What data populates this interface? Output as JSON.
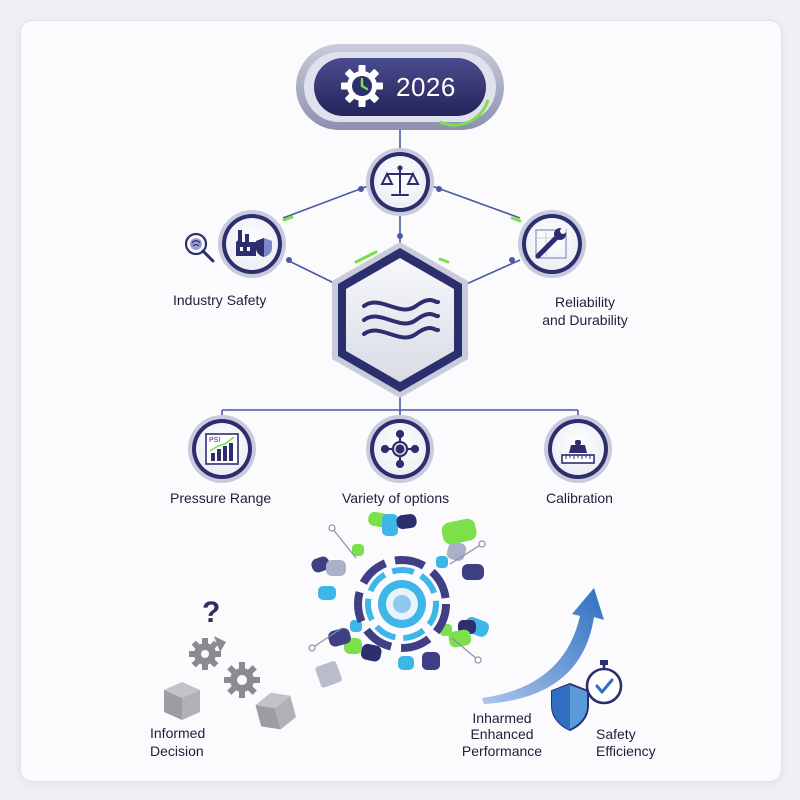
{
  "year_badge": {
    "label": "2026"
  },
  "nodes": {
    "top": {
      "icon": "scales-icon"
    },
    "center": {
      "icon": "waves-icon"
    },
    "industry_safety": {
      "label": "Industry Safety",
      "icon": "factory-shield-icon"
    },
    "reliability": {
      "label_line1": "Reliability",
      "label_line2": "and Durability",
      "icon": "wrench-blueprint-icon"
    },
    "pressure_range": {
      "label": "Pressure Range",
      "icon": "psi-chart-icon",
      "icon_text": "PSI"
    },
    "variety": {
      "label": "Variety of options",
      "icon": "network-hub-icon"
    },
    "calibration": {
      "label": "Calibration",
      "icon": "weight-scale-icon"
    }
  },
  "bottom": {
    "informed_decision": {
      "line1": "Informed",
      "line2": "Decision",
      "mark": "?"
    },
    "performance": {
      "line1": "Inharmed",
      "line2": "Enhanced",
      "line3": "Performance"
    },
    "safety_efficiency": {
      "line1": "Safety",
      "line2": "Efficiency"
    }
  },
  "colors": {
    "navy": "#2d2e6e",
    "accent_green": "#7be04a",
    "cyan": "#3fb6e8",
    "arrow_blue": "#3b79c8",
    "line": "#4a5aa0"
  }
}
